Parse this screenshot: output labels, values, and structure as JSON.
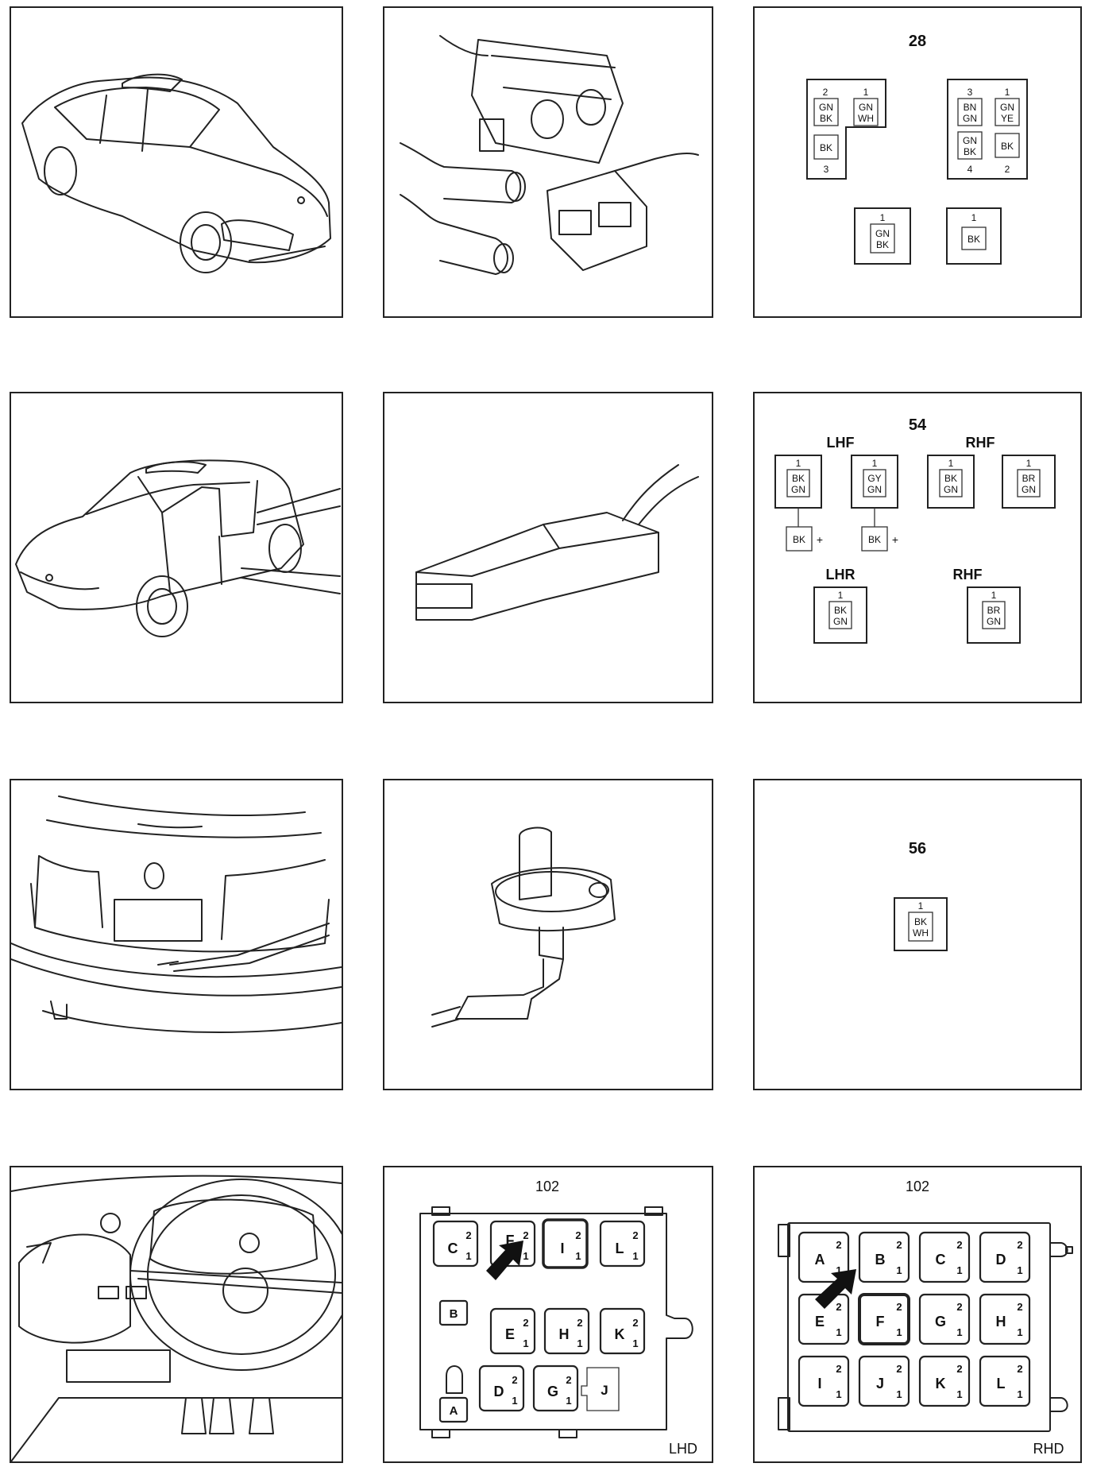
{
  "row1": {
    "ref": "28",
    "conn_left": {
      "pins": [
        "2",
        "1",
        "3"
      ],
      "cells": [
        [
          "GN",
          "BK"
        ],
        [
          "GN",
          "WH"
        ],
        [
          "BK"
        ]
      ]
    },
    "conn_right": {
      "pins": [
        "3",
        "1",
        "4",
        "2"
      ],
      "cells": [
        [
          "BN",
          "GN"
        ],
        [
          "GN",
          "YE"
        ],
        [
          "GN",
          "BK"
        ],
        [
          "BK"
        ]
      ]
    },
    "conn_bottom_left": {
      "pin": "1",
      "cell": [
        "GN",
        "BK"
      ]
    },
    "conn_bottom_right": {
      "pin": "1",
      "cell": [
        "BK"
      ]
    }
  },
  "row2": {
    "ref": "54",
    "lhf": {
      "label": "LHF",
      "c1": {
        "pin": "1",
        "cell": [
          "BK",
          "GN"
        ]
      },
      "c2": {
        "pin": "1",
        "cell": [
          "GY",
          "GN"
        ]
      },
      "s1": "BK",
      "s2": "BK",
      "plus": "+"
    },
    "rhf": {
      "label": "RHF",
      "c1": {
        "pin": "1",
        "cell": [
          "BK",
          "GN"
        ]
      },
      "c2": {
        "pin": "1",
        "cell": [
          "BR",
          "GN"
        ]
      }
    },
    "lhr": {
      "label": "LHR",
      "pin": "1",
      "cell": [
        "BK",
        "GN"
      ]
    },
    "rhr": {
      "label": "RHF",
      "pin": "1",
      "cell": [
        "BR",
        "GN"
      ]
    }
  },
  "row3": {
    "ref": "56",
    "conn": {
      "pin": "1",
      "cell": [
        "BK",
        "WH"
      ]
    }
  },
  "row4": {
    "lhd": {
      "ref": "102",
      "tag": "LHD",
      "fuses": [
        {
          "l": "C",
          "a": "2",
          "b": "1"
        },
        {
          "l": "F",
          "a": "2",
          "b": "1"
        },
        {
          "l": "I",
          "a": "2",
          "b": "1"
        },
        {
          "l": "L",
          "a": "2",
          "b": "1"
        },
        {
          "l": "E",
          "a": "2",
          "b": "1"
        },
        {
          "l": "H",
          "a": "2",
          "b": "1"
        },
        {
          "l": "K",
          "a": "2",
          "b": "1"
        },
        {
          "l": "D",
          "a": "2",
          "b": "1"
        },
        {
          "l": "G",
          "a": "2",
          "b": "1"
        }
      ],
      "b": "B",
      "a": "A",
      "j": "J"
    },
    "rhd": {
      "ref": "102",
      "tag": "RHD",
      "fuses": [
        {
          "l": "A",
          "a": "2",
          "b": "1"
        },
        {
          "l": "B",
          "a": "2",
          "b": "1"
        },
        {
          "l": "C",
          "a": "2",
          "b": "1"
        },
        {
          "l": "D",
          "a": "2",
          "b": "1"
        },
        {
          "l": "E",
          "a": "2",
          "b": "1"
        },
        {
          "l": "F",
          "a": "2",
          "b": "1"
        },
        {
          "l": "G",
          "a": "2",
          "b": "1"
        },
        {
          "l": "H",
          "a": "2",
          "b": "1"
        },
        {
          "l": "I",
          "a": "2",
          "b": "1"
        },
        {
          "l": "J",
          "a": "2",
          "b": "1"
        },
        {
          "l": "K",
          "a": "2",
          "b": "1"
        },
        {
          "l": "L",
          "a": "2",
          "b": "1"
        }
      ]
    }
  }
}
